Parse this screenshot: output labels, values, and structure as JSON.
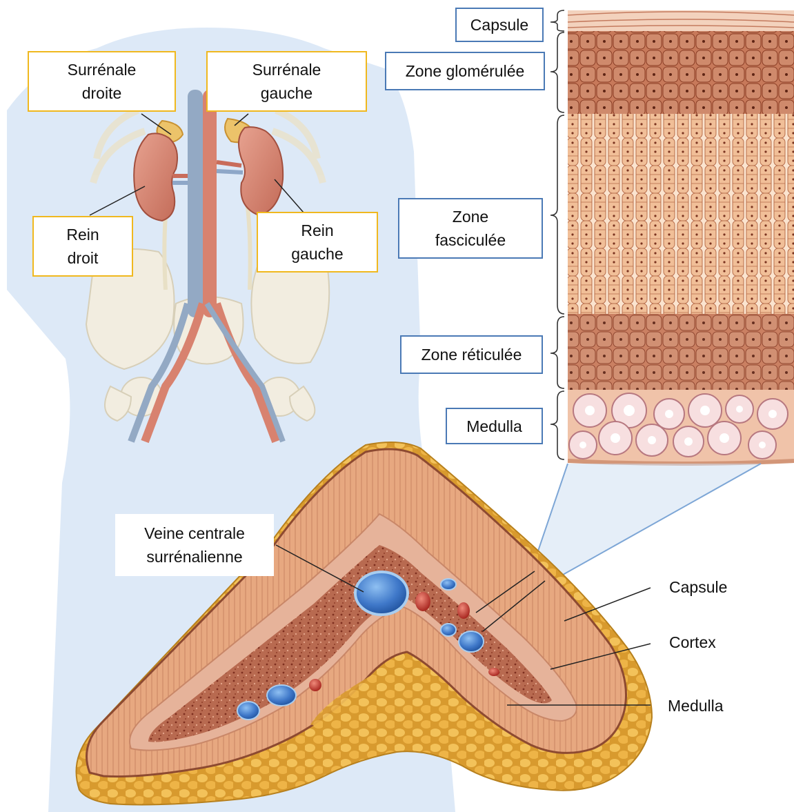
{
  "labels": {
    "right_adrenal": "Surrénale\ndroite",
    "left_adrenal": "Surrénale\ngauche",
    "right_kidney": "Rein\ndroit",
    "left_kidney": "Rein\ngauche",
    "capsule_top": "Capsule",
    "zona_glomerulosa": "Zone glomérulée",
    "zona_fasciculata": "Zone\nfasciculée",
    "zona_reticularis": "Zone réticulée",
    "medulla_top": "Medulla",
    "central_vein": "Veine centrale\nsurrénalienne",
    "capsule_bottom": "Capsule",
    "cortex": "Cortex",
    "medulla_bottom": "Medulla"
  },
  "colors": {
    "label_border_gold": "#f0b81e",
    "label_border_blue": "#4a79b5",
    "body_silhouette": "#dde9f7",
    "cortex": "#dca07c",
    "medulla": "#a9563e",
    "capsule_fat": "#e7b04a",
    "vein_blue": "#3f78c9",
    "artery_red": "#c0392b"
  }
}
